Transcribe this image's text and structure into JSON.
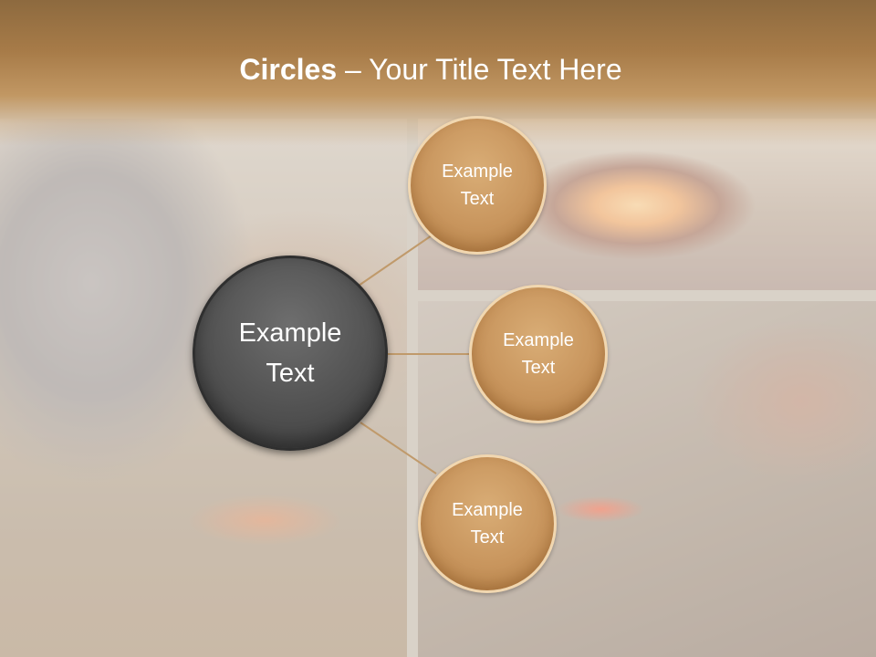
{
  "title": {
    "bold": "Circles",
    "rest": " – Your Title Text Here"
  },
  "main_circle": {
    "text": "Example\nText"
  },
  "satellites": [
    {
      "text": "Example\nText"
    },
    {
      "text": "Example\nText"
    },
    {
      "text": "Example\nText"
    }
  ],
  "colors": {
    "header": "#a77b48",
    "main_circle": "#4f4f4f",
    "satellite_circle": "#c8955d",
    "connector": "#c09a6b",
    "text": "#ffffff"
  }
}
